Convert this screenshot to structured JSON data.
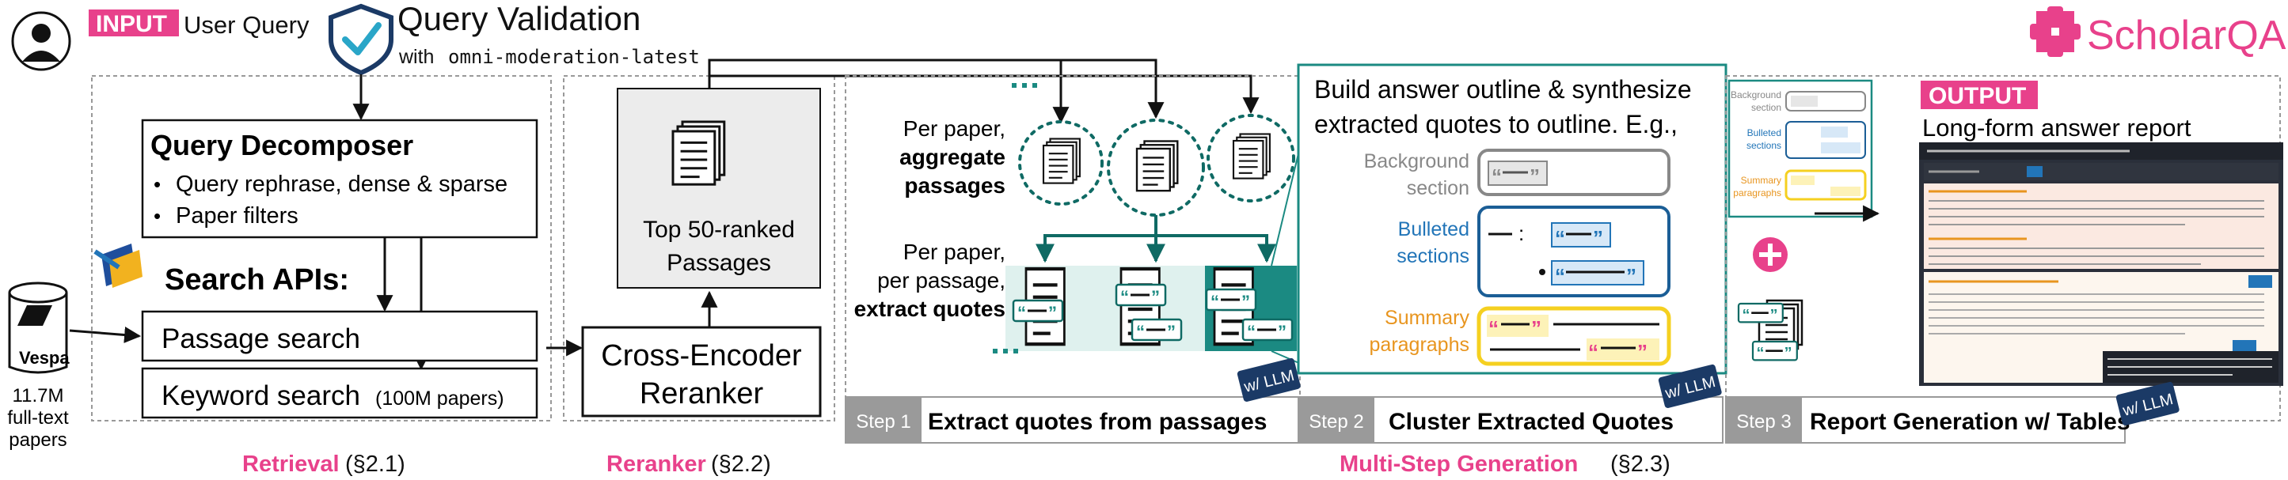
{
  "input": {
    "tag": "INPUT",
    "label": "User Query"
  },
  "validation": {
    "title": "Query Validation",
    "prefix": "with",
    "model": "omni-moderation-latest"
  },
  "brand": {
    "name": "ScholarQA"
  },
  "retrieval": {
    "decomposer_title": "Query Decomposer",
    "bullets": [
      "Query rephrase, dense & sparse",
      "Paper filters"
    ],
    "search_apis": "Search APIs:",
    "passage_search": "Passage search",
    "keyword_search": "Keyword search",
    "keyword_note": "(100M papers)",
    "vespa": "Vespa",
    "corpus_lines": [
      "11.7M",
      "full-text",
      "papers"
    ],
    "section_name": "Retrieval",
    "section_ref": "(§2.1)"
  },
  "reranker": {
    "top_lines": [
      "Top 50-ranked",
      "Passages"
    ],
    "ce_lines": [
      "Cross-Encoder",
      "Reranker"
    ],
    "section_name": "Reranker",
    "section_ref": "(§2.2)"
  },
  "step1": {
    "per_paper_lines": [
      "Per paper,",
      "aggregate",
      "passages"
    ],
    "per_passage_lines": [
      "Per paper,",
      "per passage,",
      "extract quotes"
    ],
    "step": "Step 1",
    "title": "Extract quotes from passages",
    "llm_badge": "w/ LLM"
  },
  "step2": {
    "heading_lines": [
      "Build answer outline & synthesize",
      "extracted  quotes to outline. E.g.,"
    ],
    "background": [
      "Background",
      "section"
    ],
    "bulleted": [
      "Bulleted",
      "sections"
    ],
    "summary": [
      "Summary",
      "paragraphs"
    ],
    "step": "Step 2",
    "title": "Cluster Extracted Quotes",
    "llm_badge": "w/ LLM"
  },
  "step3": {
    "mini_background": [
      "Background",
      "section"
    ],
    "mini_bulleted": [
      "Bulleted",
      "sections"
    ],
    "mini_summary": [
      "Summary",
      "paragraphs"
    ],
    "step": "Step 3",
    "title": "Report Generation w/ Tables",
    "llm_badge": "w/ LLM"
  },
  "output": {
    "tag": "OUTPUT",
    "label": "Long-form answer report"
  },
  "generation_section": {
    "name": "Multi-Step Generation",
    "ref": "(§2.3)"
  },
  "colors": {
    "pink": "#e8418b",
    "teal": "#1b8a82",
    "teal_dark": "#0f6a64",
    "blue": "#2275b8",
    "orange": "#e8951f",
    "yellow": "#f5d020",
    "grey_step": "#9a9a9a",
    "navy": "#1b3a66",
    "dark_ui": "#2a2f3a"
  },
  "icons": [
    "user-icon",
    "shield-check-icon",
    "scholarqa-logo-icon",
    "vespa-database-icon",
    "documents-icon",
    "quote-icon",
    "plus-icon",
    "arrow-icon"
  ]
}
